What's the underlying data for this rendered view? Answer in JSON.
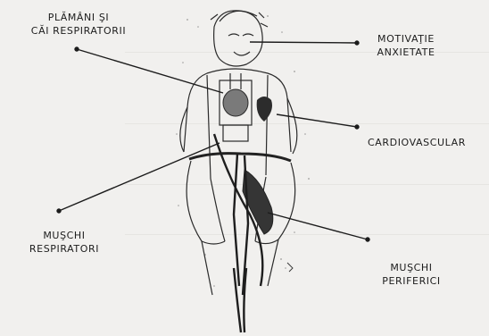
{
  "labels": {
    "lungs": "PLĂMÂNI ŞI\nCĂI RESPIRATORII",
    "motivation": "MOTIVAŢIE\nANXIETATE",
    "cardio": "CARDIOVASCULAR",
    "resp_muscles": "MUŞCHI\nRESPIRATORI",
    "periph_muscles": "MUŞCHI\nPERIFERICI"
  },
  "colors": {
    "paper": "#f1f0ee",
    "ink": "#1c1c1c",
    "shade": "#3a3a3a"
  }
}
